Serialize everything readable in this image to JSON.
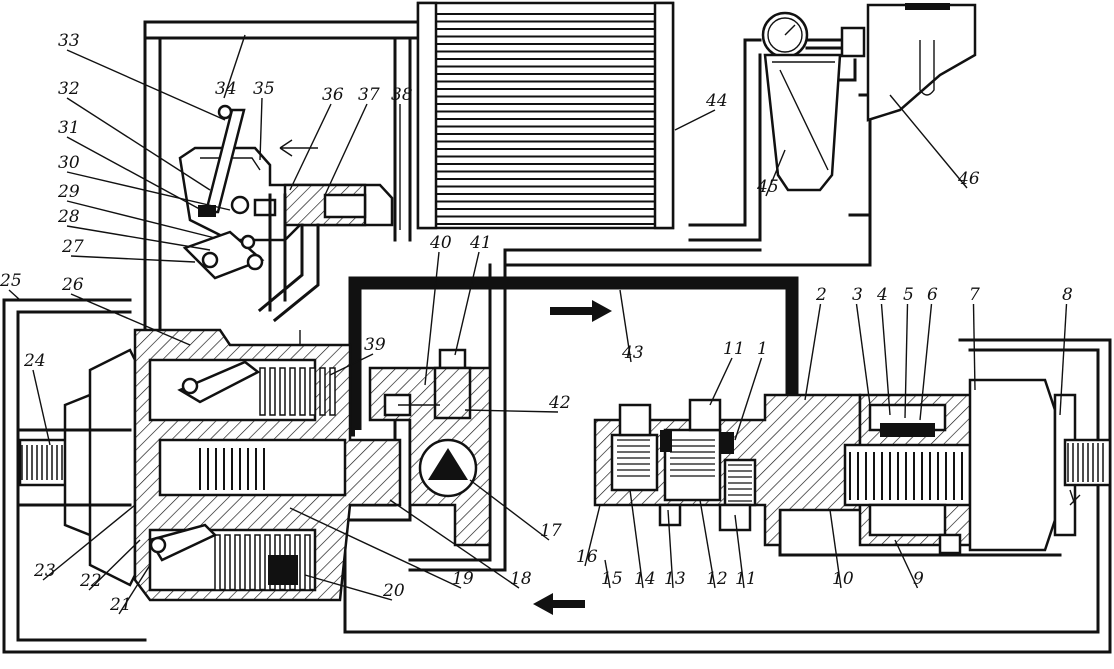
{
  "labels": [
    "1",
    "2",
    "3",
    "4",
    "5",
    "6",
    "7",
    "8",
    "9",
    "10",
    "11",
    "11",
    "12",
    "13",
    "14",
    "15",
    "16",
    "17",
    "18",
    "19",
    "20",
    "21",
    "22",
    "23",
    "24",
    "25",
    "26",
    "27",
    "28",
    "29",
    "30",
    "31",
    "32",
    "33",
    "34",
    "35",
    "36",
    "37",
    "38",
    "39",
    "40",
    "41",
    "42",
    "43",
    "44",
    "45",
    "46"
  ]
}
